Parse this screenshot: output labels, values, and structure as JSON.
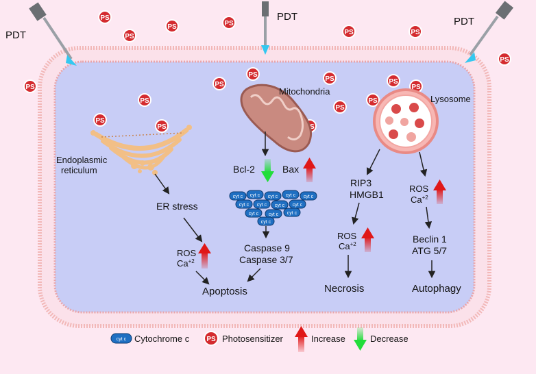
{
  "colors": {
    "background": "#fde8f2",
    "cell_membrane": "#f2b8b8",
    "cytoplasm": "#c8cdf6",
    "ps_badge": "#d42b2f",
    "increase_arrow": "#e01818",
    "decrease_arrow": "#22dd3a",
    "cytochrome": "#1f6fc2",
    "mitochondria": "#c98a80",
    "er": "#f2bf86",
    "lysosome": "#f7b7b4"
  },
  "labels": {
    "pdt": "PDT",
    "ps": "PS",
    "mitochondria": "Mitochondria",
    "lysosome": "Lysosome",
    "er_line1": "Endoplasmic",
    "er_line2": "reticulum",
    "bcl2": "Bcl-2",
    "bax": "Bax",
    "er_stress": "ER stress",
    "ros": "ROS",
    "ca": "Ca",
    "ca_sup": "+2",
    "caspase9": "Caspase 9",
    "caspase37": "Caspase 3/7",
    "apoptosis": "Apoptosis",
    "rip3": "RIP3",
    "hmgb1": "HMGB1",
    "necrosis": "Necrosis",
    "beclin1": "Beclin 1",
    "atg57": "ATG 5/7",
    "autophagy": "Autophagy",
    "cytc": "cyt c"
  },
  "legend": {
    "cytochrome": "Cytochrome c",
    "photosensitizer": "Photosensitizer",
    "increase": "Increase",
    "decrease": "Decrease"
  }
}
